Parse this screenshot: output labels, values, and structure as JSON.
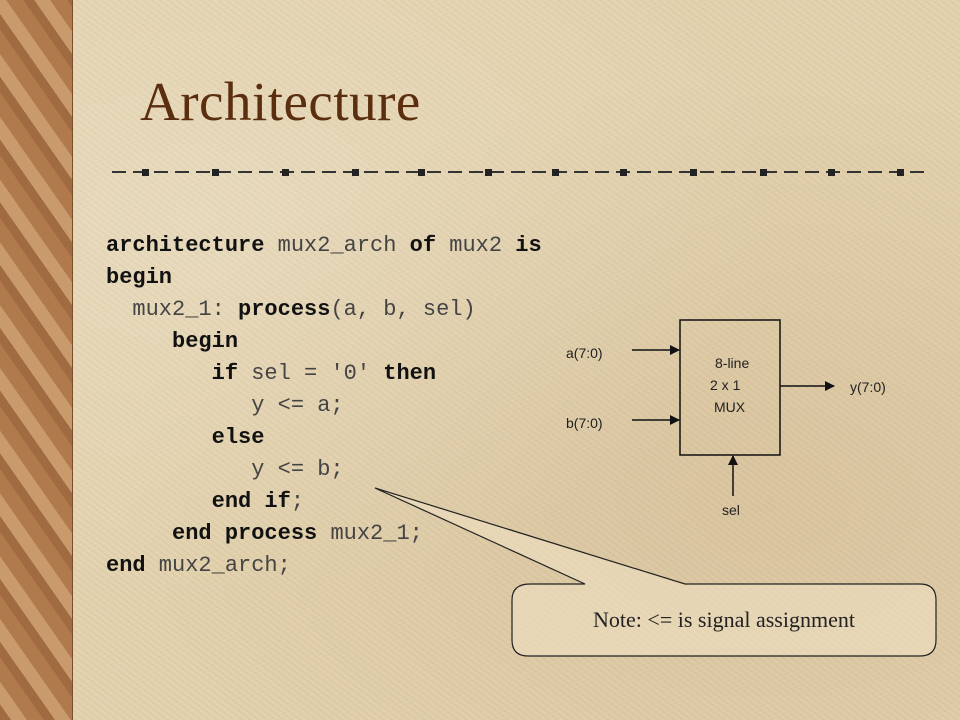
{
  "slide": {
    "title": "Architecture"
  },
  "code": {
    "line1": {
      "kw1": "architecture",
      "t1": " mux2_arch ",
      "kw2": "of",
      "t2": " mux2 ",
      "kw3": "is"
    },
    "line2": {
      "kw1": "begin"
    },
    "line3": {
      "t1": "  mux2_1: ",
      "kw1": "process",
      "t2": "(a, b, sel)"
    },
    "line4": {
      "t1": "     ",
      "kw1": "begin"
    },
    "line5": {
      "t1": "        ",
      "kw1": "if",
      "t2": " sel = '0' ",
      "kw2": "then"
    },
    "line6": {
      "t1": "           y <= a;"
    },
    "line7": {
      "t1": "        ",
      "kw1": "else"
    },
    "line8": {
      "t1": "           y <= b;"
    },
    "line9": {
      "t1": "        ",
      "kw1": "end if",
      "t2": ";"
    },
    "line10": {
      "t1": "     ",
      "kw1": "end process",
      "t2": " mux2_1;"
    },
    "line11": {
      "kw1": "end",
      "t1": " mux2_arch;"
    }
  },
  "diagram": {
    "input_a": "a(7:0)",
    "input_b": "b(7:0)",
    "output_y": "y(7:0)",
    "select": "sel",
    "box_line1": "8-line",
    "box_line2": "2 x 1",
    "box_line3": "MUX"
  },
  "callout": {
    "text": "Note:  <= is signal assignment"
  },
  "colors": {
    "background": "#e3d2ae",
    "title": "#5a2e0e",
    "border": "#b8865b"
  }
}
